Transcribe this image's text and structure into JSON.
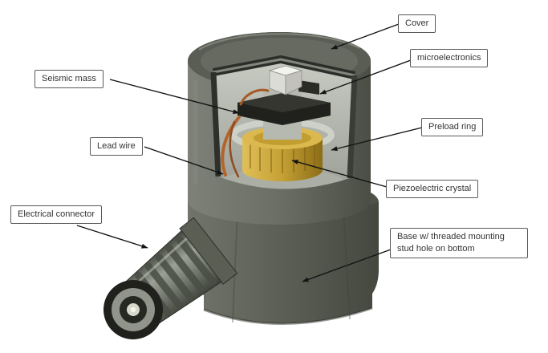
{
  "diagram": {
    "labels": {
      "cover": "Cover",
      "microelectronics": "microelectronics",
      "seismic_mass": "Seismic mass",
      "preload_ring": "Preload ring",
      "lead_wire": "Lead wire",
      "piezoelectric_crystal": "Piezoelectric crystal",
      "electrical_connector": "Electrical connector",
      "base": "Base w/ threaded mounting stud hole on bottom"
    },
    "colors": {
      "cover_shell": "#62665c",
      "interior": "#b2b5ac",
      "crystal_top": "#dcb94e",
      "crystal_side": "#c5a034",
      "wire": "#b2642c",
      "base_metal": "#5d6156",
      "mass": "#20211c",
      "label_border": "#5a5a5a"
    }
  }
}
